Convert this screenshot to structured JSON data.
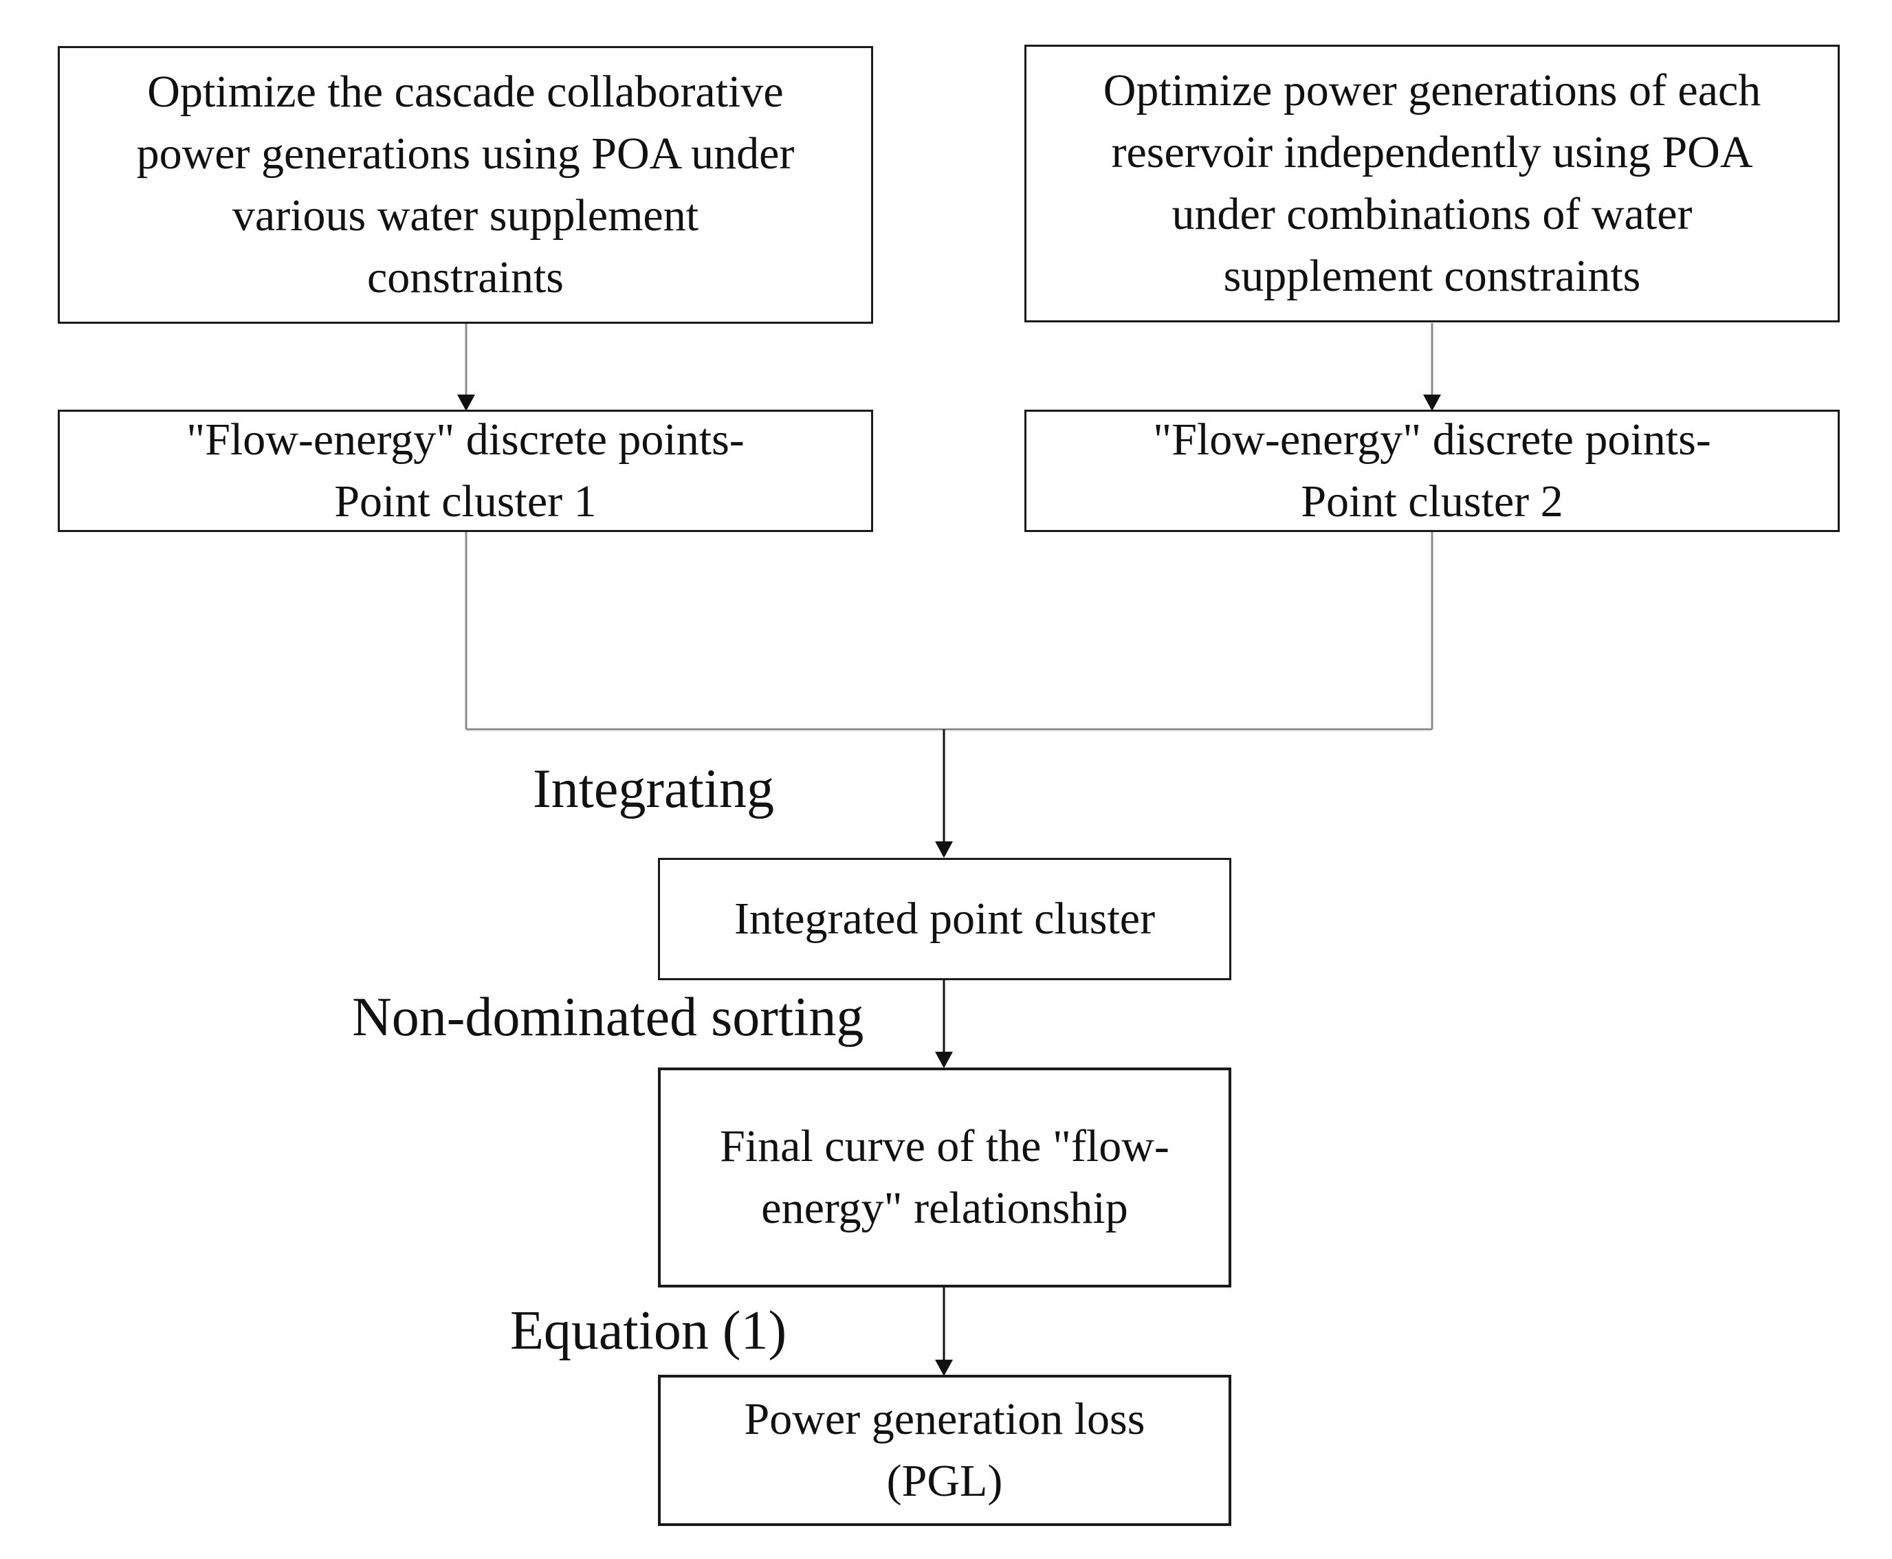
{
  "boxes": {
    "optimize_cascade": [
      "Optimize the cascade collaborative",
      "power generations using POA under",
      "various water supplement",
      "constraints"
    ],
    "optimize_each": [
      "Optimize power generations of each",
      "reservoir independently using POA",
      "under combinations of water",
      "supplement constraints"
    ],
    "cluster_1": [
      "\"Flow-energy\" discrete points-",
      "Point cluster 1"
    ],
    "cluster_2": [
      "\"Flow-energy\" discrete points-",
      "Point cluster 2"
    ],
    "integrated": [
      "Integrated point cluster"
    ],
    "final_curve": [
      "Final curve of the \"flow-",
      "energy\" relationship"
    ],
    "pgl": [
      "Power generation loss",
      "(PGL)"
    ]
  },
  "edge_labels": {
    "integrating": "Integrating",
    "non_dominated_sorting": "Non-dominated sorting",
    "equation": "Equation (1)"
  },
  "colors": {
    "line_main": "#111111",
    "line_gray": "#8c8c8c"
  }
}
